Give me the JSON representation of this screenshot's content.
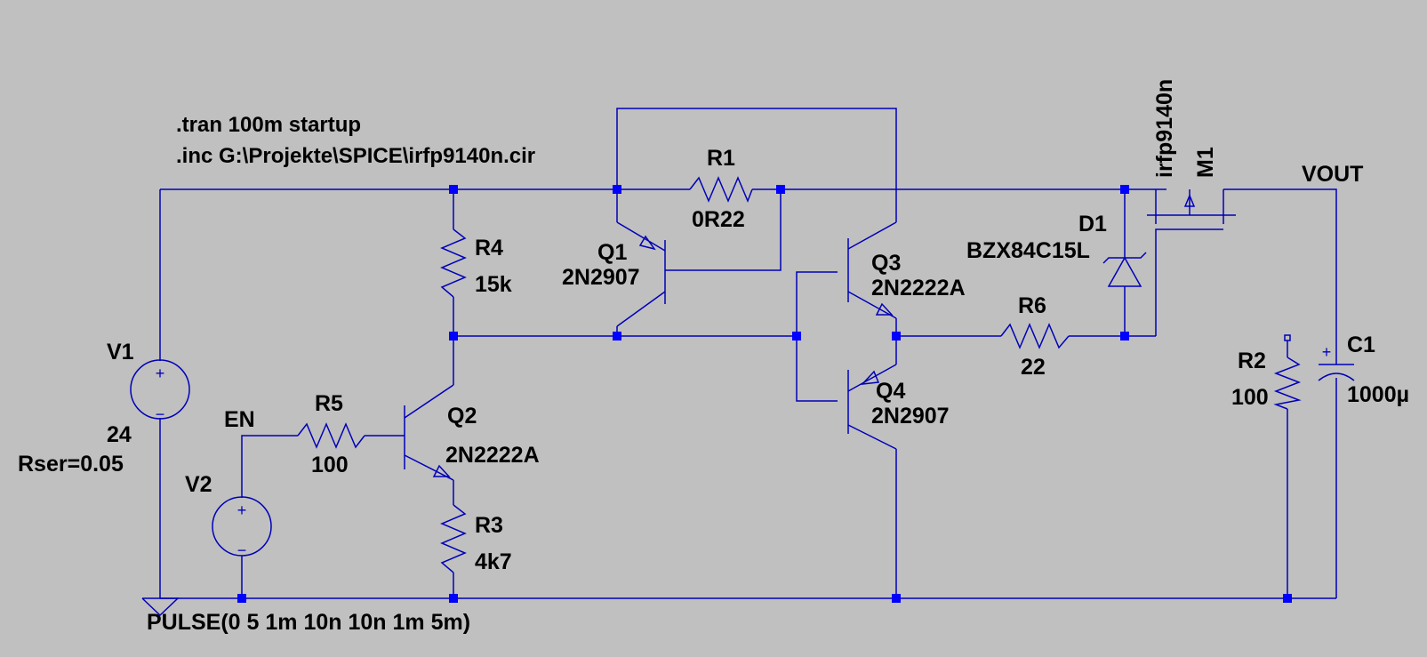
{
  "directives": [
    ".tran 100m startup",
    ".inc G:\\Projekte\\SPICE\\irfp9140n.cir"
  ],
  "components": {
    "V1": {
      "name": "V1",
      "value": "24",
      "extra": "Rser=0.05"
    },
    "V2": {
      "name": "V2",
      "value": "PULSE(0 5 1m 10n 10n 1m 5m)"
    },
    "R1": {
      "name": "R1",
      "value": "0R22"
    },
    "R2": {
      "name": "R2",
      "value": "100"
    },
    "R3": {
      "name": "R3",
      "value": "4k7"
    },
    "R4": {
      "name": "R4",
      "value": "15k"
    },
    "R5": {
      "name": "R5",
      "value": "100"
    },
    "R6": {
      "name": "R6",
      "value": "22"
    },
    "Q1": {
      "name": "Q1",
      "model": "2N2907"
    },
    "Q2": {
      "name": "Q2",
      "model": "2N2222A"
    },
    "Q3": {
      "name": "Q3",
      "model": "2N2222A"
    },
    "Q4": {
      "name": "Q4",
      "model": "2N2907"
    },
    "D1": {
      "name": "D1",
      "model": "BZX84C15L"
    },
    "M1": {
      "name": "M1",
      "model": "irfp9140n"
    },
    "C1": {
      "name": "C1",
      "value": "1000µ"
    }
  },
  "nets": {
    "en": "EN",
    "vout": "VOUT"
  },
  "source_signs": {
    "plus": "+",
    "minus": "−"
  },
  "colors": {
    "background": "#c0c0c0",
    "wire": "#0000b8",
    "junction": "#0000ff",
    "text": "#000000"
  }
}
